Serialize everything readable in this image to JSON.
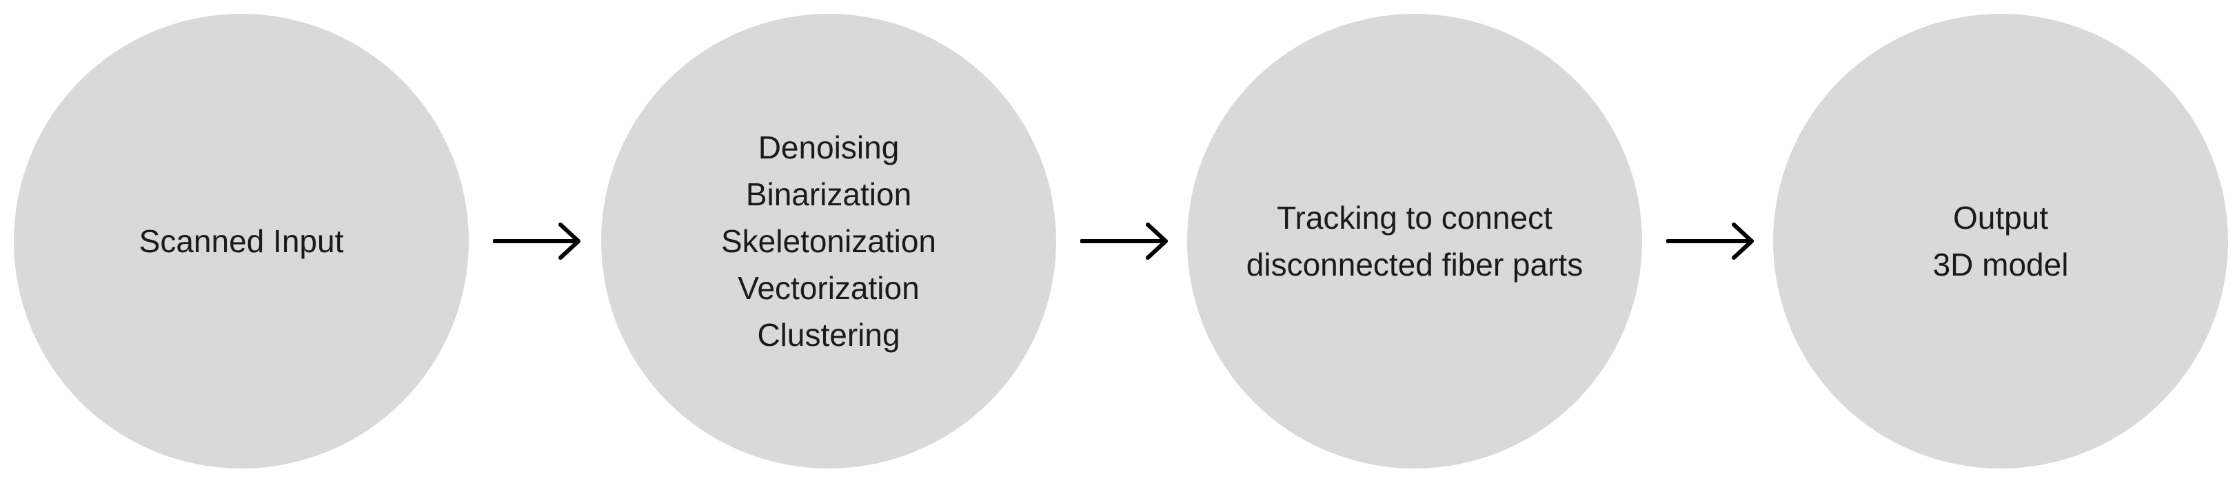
{
  "diagram": {
    "nodes": [
      {
        "lines": [
          "Scanned Input"
        ]
      },
      {
        "lines": [
          "Denoising",
          "Binarization",
          "Skeletonization",
          "Vectorization",
          "Clustering"
        ]
      },
      {
        "lines": [
          "Tracking to connect",
          "disconnected fiber parts"
        ]
      },
      {
        "lines": [
          "Output",
          "3D model"
        ]
      }
    ],
    "edges": [
      {
        "from": 0,
        "to": 1
      },
      {
        "from": 1,
        "to": 2
      },
      {
        "from": 2,
        "to": 3
      }
    ],
    "colors": {
      "node_fill": "#d9d9d9",
      "text": "#1a1a1a",
      "arrow": "#000000"
    }
  }
}
